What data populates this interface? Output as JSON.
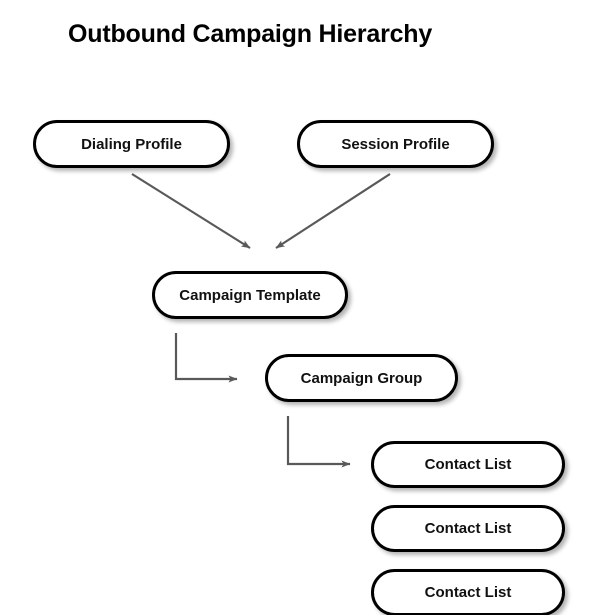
{
  "diagram": {
    "title": "Outbound Campaign Hierarchy",
    "background_color": "#ffffff",
    "node_border_color": "#000000",
    "node_fill_color": "#ffffff",
    "node_text_color": "#111111",
    "connector_color": "#595959",
    "nodes": [
      {
        "id": "dialing-profile",
        "label": "Dialing Profile"
      },
      {
        "id": "session-profile",
        "label": "Session Profile"
      },
      {
        "id": "campaign-template",
        "label": "Campaign Template"
      },
      {
        "id": "campaign-group",
        "label": "Campaign Group"
      },
      {
        "id": "contact-list-1",
        "label": "Contact List"
      },
      {
        "id": "contact-list-2",
        "label": "Contact List"
      },
      {
        "id": "contact-list-3",
        "label": "Contact List"
      }
    ],
    "connectors": [
      {
        "id": "dialing-to-template",
        "from": "dialing-profile",
        "to": "campaign-template",
        "style": "diagonal-arrow"
      },
      {
        "id": "session-to-template",
        "from": "session-profile",
        "to": "campaign-template",
        "style": "diagonal-arrow"
      },
      {
        "id": "template-to-group",
        "from": "campaign-template",
        "to": "campaign-group",
        "style": "elbow-arrow"
      },
      {
        "id": "group-to-contact",
        "from": "campaign-group",
        "to": "contact-list-1",
        "style": "elbow-arrow"
      }
    ]
  }
}
